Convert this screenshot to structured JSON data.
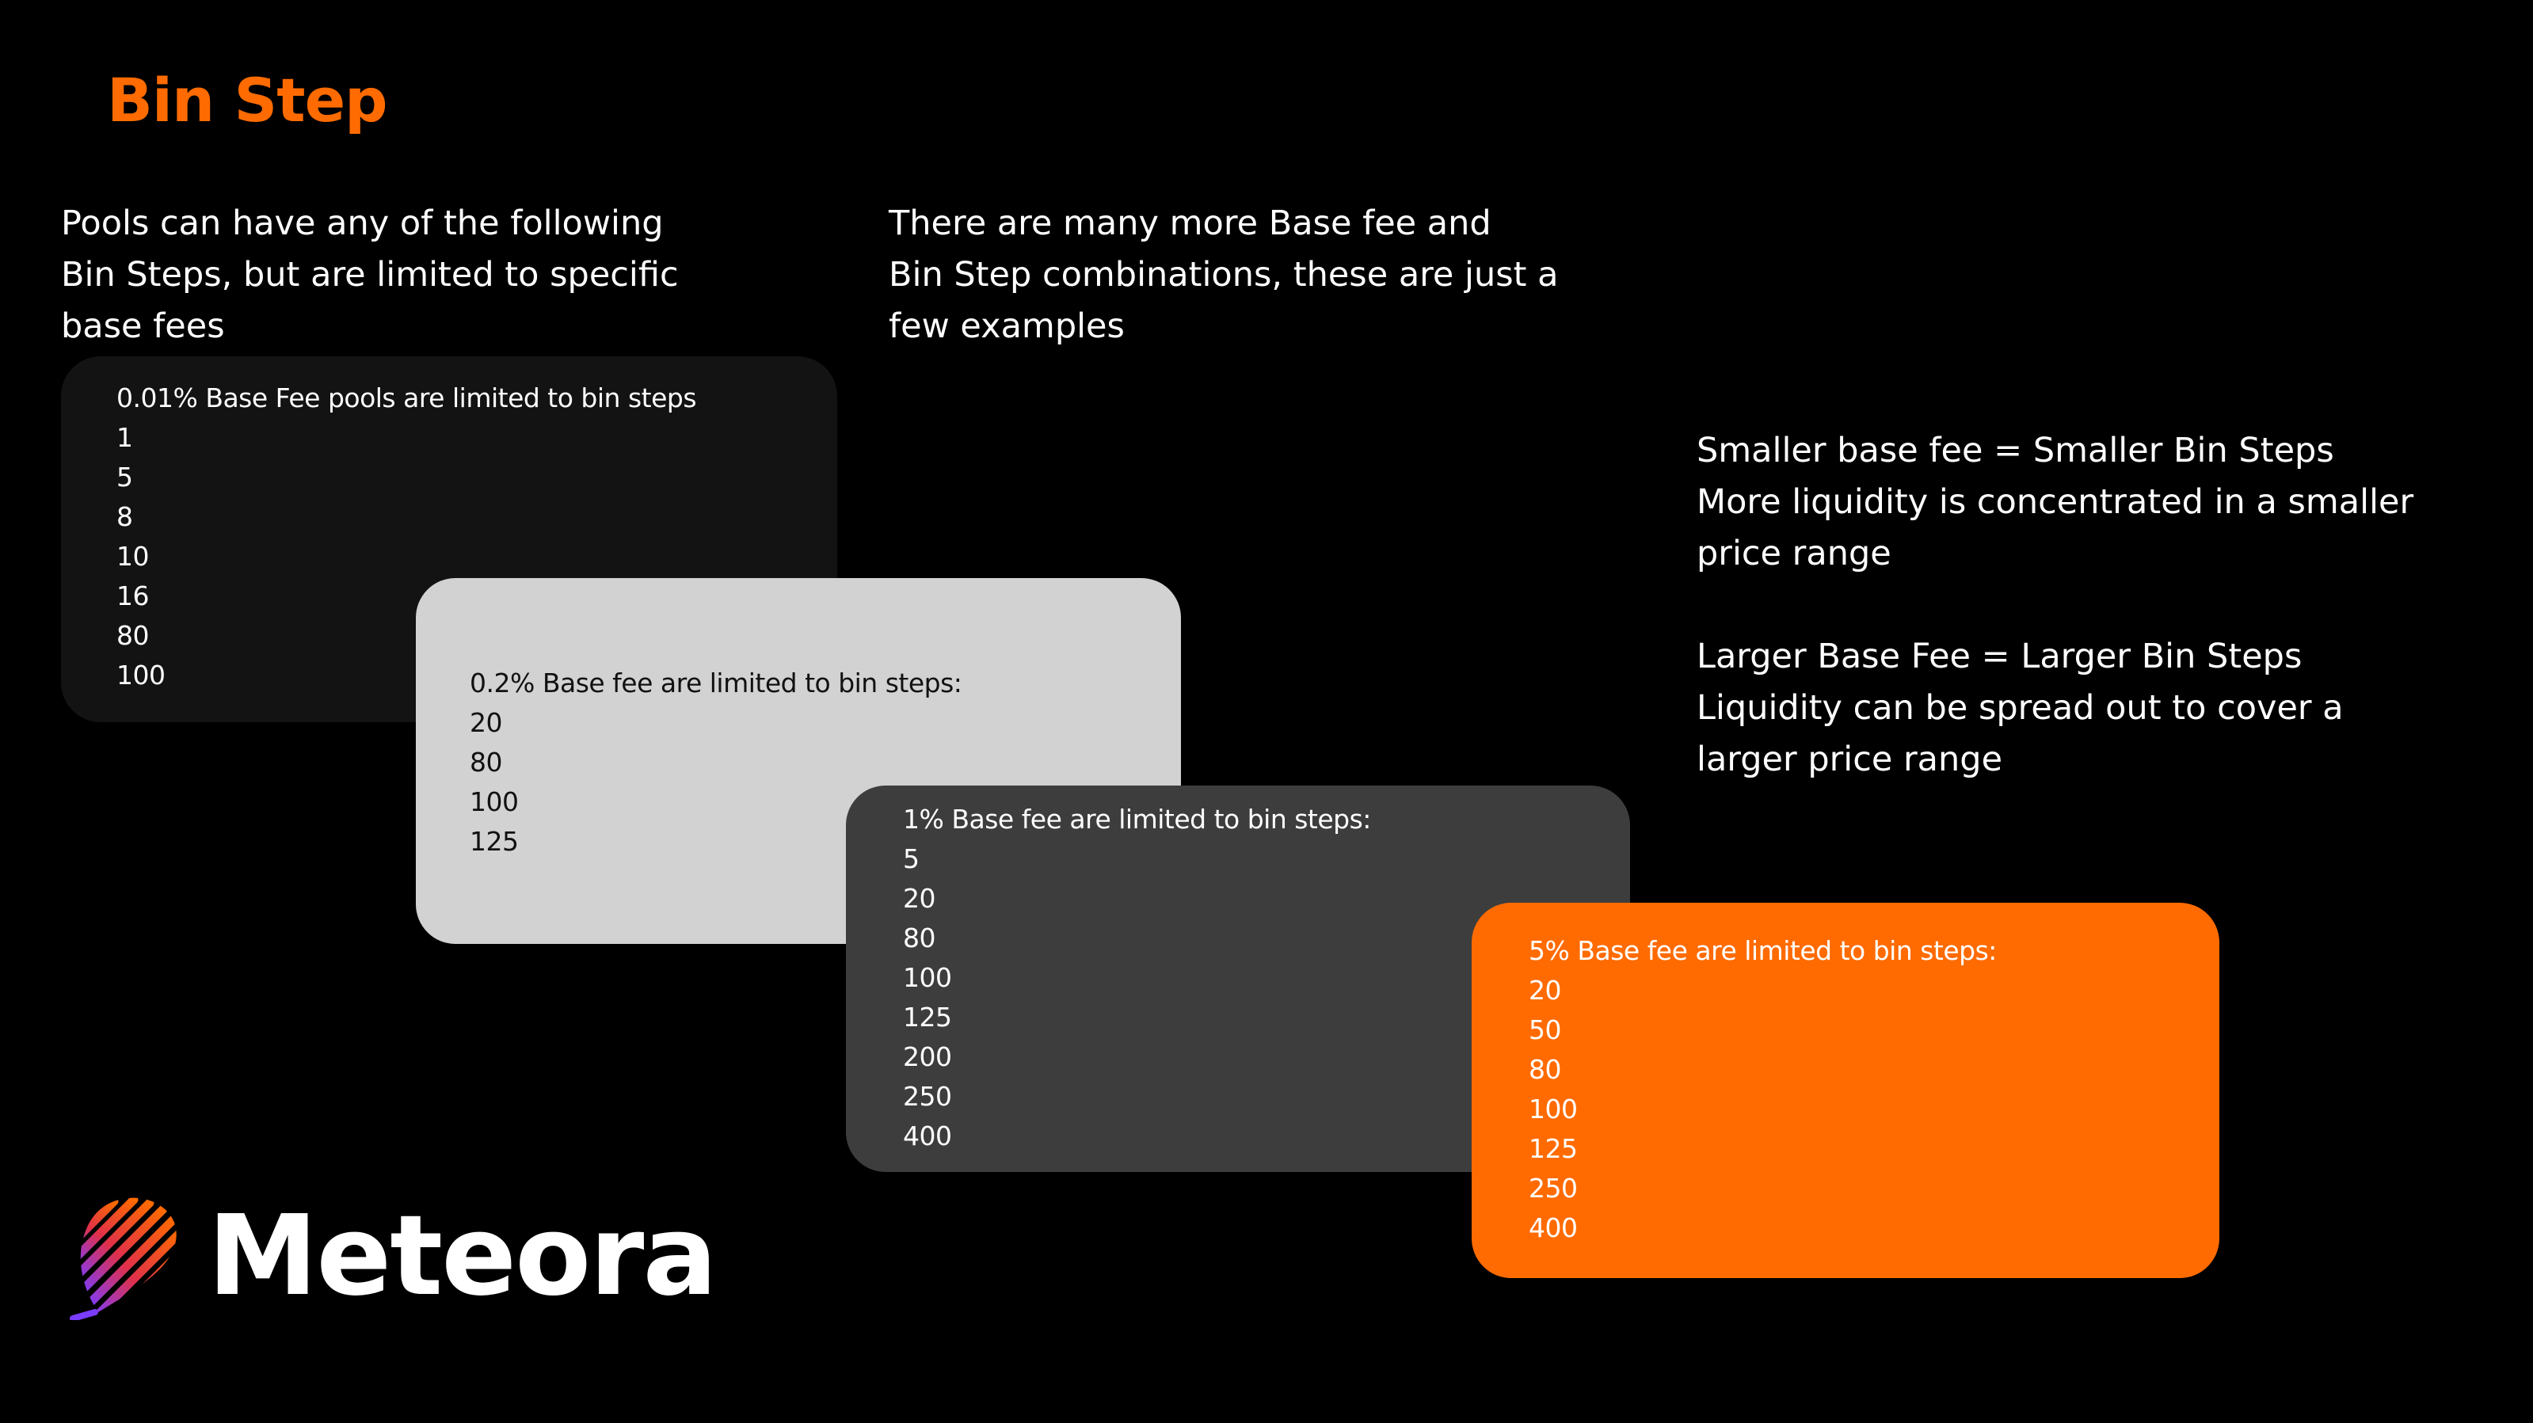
{
  "title": "Bin Step",
  "intro_left": [
    "Pools can have any of the following",
    "Bin Steps, but are limited to specific",
    "base fees"
  ],
  "intro_right": [
    "There are many more Base fee and",
    "Bin Step combinations, these are just a",
    "few examples"
  ],
  "notes": {
    "block1": [
      "Smaller base fee = Smaller Bin Steps",
      "More liquidity is concentrated in a smaller",
      "price range"
    ],
    "block2": [
      "Larger Base Fee = Larger Bin Steps",
      "Liquidity can be spread out to cover a",
      "larger price range"
    ]
  },
  "cards": [
    {
      "heading": "0.01% Base Fee pools are limited to bin steps",
      "steps": [
        "1",
        "5",
        "8",
        "10",
        "16",
        "80",
        "100"
      ],
      "bg": "#131313"
    },
    {
      "heading": "0.2% Base fee are limited to bin steps:",
      "steps": [
        "20",
        "80",
        "100",
        "125"
      ],
      "bg": "#d2d2d2"
    },
    {
      "heading": "1% Base fee are limited to bin steps:",
      "steps": [
        "5",
        "20",
        "80",
        "100",
        "125",
        "200",
        "250",
        "400"
      ],
      "bg": "#3d3d3d"
    },
    {
      "heading": "5% Base fee are limited to bin steps:",
      "steps": [
        "20",
        "50",
        "80",
        "100",
        "125",
        "250",
        "400"
      ],
      "bg": "#ff6b00"
    }
  ],
  "brand": {
    "name": "Meteora",
    "logo_icon": "meteora-logo-icon",
    "accent": "#ff6b00"
  }
}
